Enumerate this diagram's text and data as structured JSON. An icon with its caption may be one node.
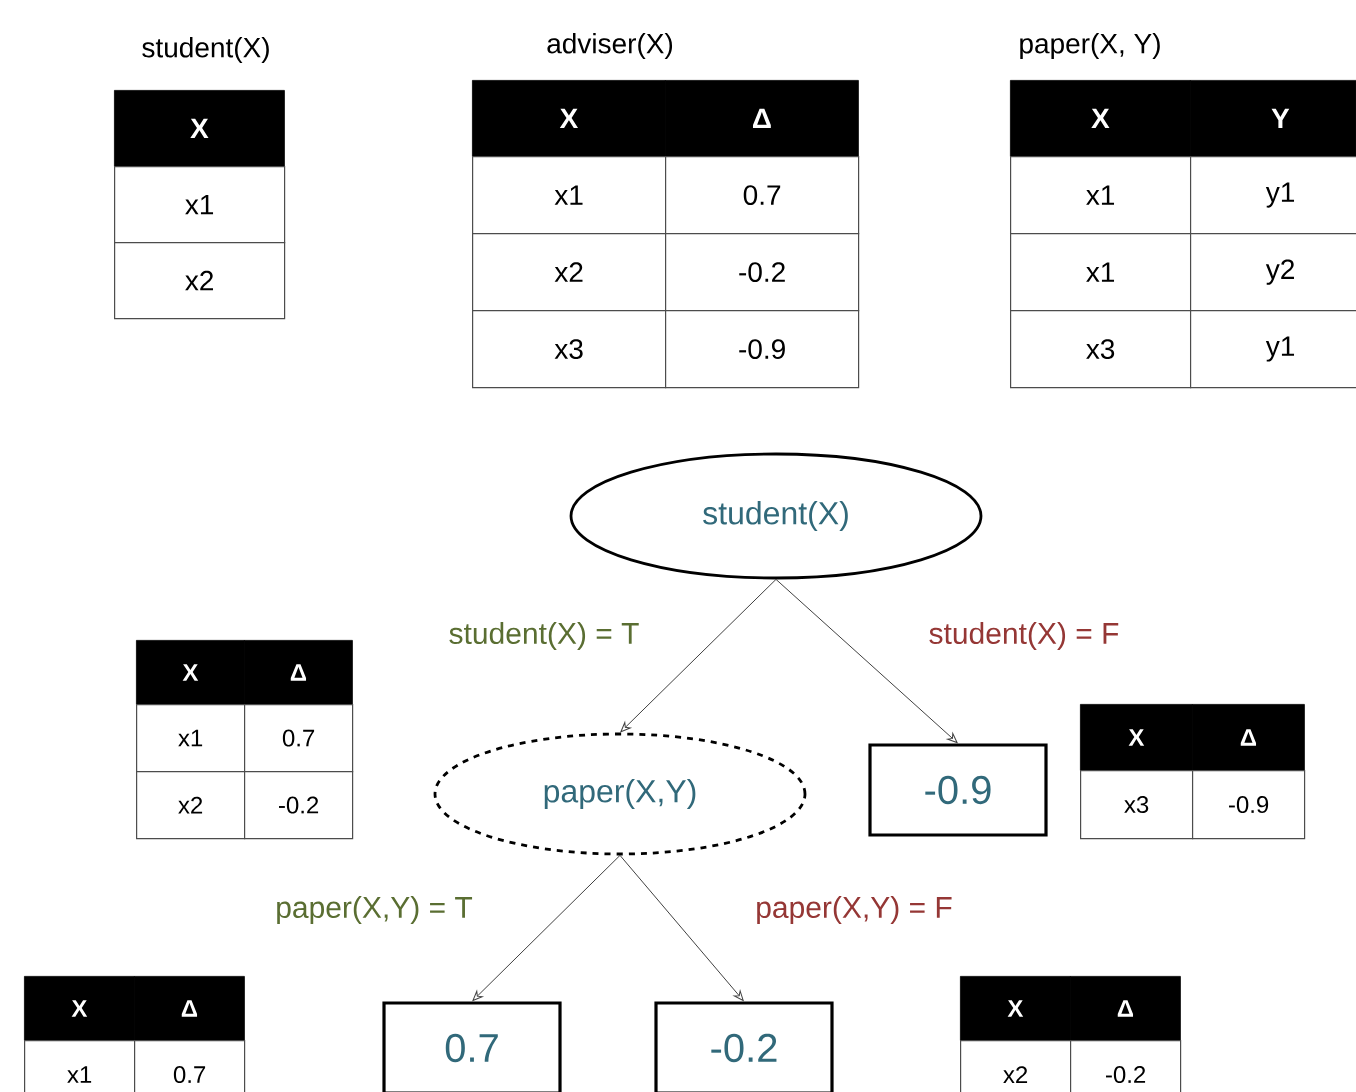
{
  "diagram": {
    "nodes": [
      {
        "text": [
          "student(X)"
        ]
      },
      {
        "text": [
          "paper(X,Y)"
        ]
      },
      {
        "text": [
          "-0.9"
        ]
      },
      {
        "text": [
          "0.7"
        ]
      },
      {
        "text": [
          "-0.2"
        ]
      }
    ],
    "edges": [
      {
        "from": 0,
        "to": 1,
        "arrow": "to",
        "label": "student(X) = T"
      },
      {
        "from": 0,
        "to": 2,
        "arrow": "to",
        "label": "student(X) = F"
      },
      {
        "from": 1,
        "to": 3,
        "arrow": "to",
        "label": "paper(X,Y) = T"
      },
      {
        "from": 1,
        "to": 4,
        "arrow": "to",
        "label": "paper(X,Y) = F"
      }
    ],
    "labels": [
      "student(X)",
      "X",
      "x1",
      "x2",
      "adviser(X)",
      "X",
      "Δ",
      "x1",
      "0.7",
      "x2",
      "-0.2",
      "x3",
      "-0.9",
      "paper(X, Y)",
      "X",
      "Y",
      "x1",
      "y1",
      "x1",
      "y2",
      "x3",
      "y1",
      "X",
      "Δ",
      "x1",
      "0.7",
      "x2",
      "-0.2",
      "X",
      "Δ",
      "x3",
      "-0.9",
      "X",
      "Δ",
      "x1",
      "0.7",
      "X",
      "Δ",
      "x2",
      "-0.2"
    ]
  }
}
